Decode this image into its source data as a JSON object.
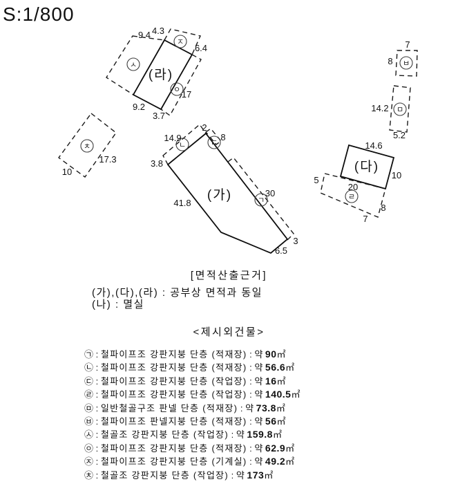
{
  "scale_label": "S:1/800",
  "diagram": {
    "buildings": {
      "ga": "(가)",
      "ra": "(라)",
      "da": "(다)"
    },
    "marks": {
      "g": "ㄱ",
      "n": "ㄴ",
      "d": "ㄷ",
      "r": "ㄹ",
      "m": "ㅁ",
      "b": "ㅂ",
      "s": "ㅅ",
      "o": "ㅇ",
      "j": "ㅈ",
      "ch": "ㅊ"
    },
    "dims": {
      "ra_top": "9.4",
      "ra_top2": "4.3",
      "ra_right": "6.4",
      "ra_bottom": "9.2",
      "ra_bottom2": "3.7",
      "ra_strip": "17",
      "ch_side": "17.3",
      "ch_bottom": "10",
      "ga_top": "14.9",
      "ga_tip": "2",
      "ga_tip_side": "8",
      "ga_left_top": "3.8",
      "ga_left": "41.8",
      "ga_strip": "30",
      "ga_strip_end": "3",
      "ga_bottom": "6.5",
      "b_top": "7",
      "b_left": "8",
      "m_left": "14.2",
      "m_bottom": "5.2",
      "da_top": "14.6",
      "da_right": "10",
      "r_left": "5",
      "r_top": "20",
      "r_right": "8",
      "r_bottom": "7"
    }
  },
  "area_basis": {
    "title": "[면적산출근거]",
    "line1": "(가),(다),(라) : 공부상 면적과 동일",
    "line2": "(나) : 멸실"
  },
  "extra_buildings": {
    "title": "<제시외건물>",
    "sep": " : ",
    "approx": " : 약 ",
    "unit": "㎡",
    "items": [
      {
        "mark": "㉠",
        "desc": "철파이프조 강판지붕 단층 (적재장)",
        "value": "90"
      },
      {
        "mark": "㉡",
        "desc": "철파이프조 강판지붕 단층 (적재장)",
        "value": "56.6"
      },
      {
        "mark": "㉢",
        "desc": "철파이프조 강판지붕 단층 (작업장)",
        "value": "16"
      },
      {
        "mark": "㉣",
        "desc": "철파이프조 강판지붕 단층 (작업장)",
        "value": "140.5"
      },
      {
        "mark": "㉤",
        "desc": "일반철골구조 판넬 단층 (적재장)",
        "value": "73.8"
      },
      {
        "mark": "㉥",
        "desc": "철파이프조 판넬지붕 단층 (적재장)",
        "value": "56"
      },
      {
        "mark": "㉦",
        "desc": "철골조 강판지붕 단층 (작업장)",
        "value": "159.8"
      },
      {
        "mark": "㉧",
        "desc": "철파이프조 강판지붕 단층 (적재장)",
        "value": "62.9"
      },
      {
        "mark": "㉨",
        "desc": "철파이프조 강판지붕 단층 (기계실)",
        "value": "49.2"
      },
      {
        "mark": "㉩",
        "desc": "철골조 강판지붕 단층 (작업장)",
        "value": "173"
      }
    ]
  }
}
